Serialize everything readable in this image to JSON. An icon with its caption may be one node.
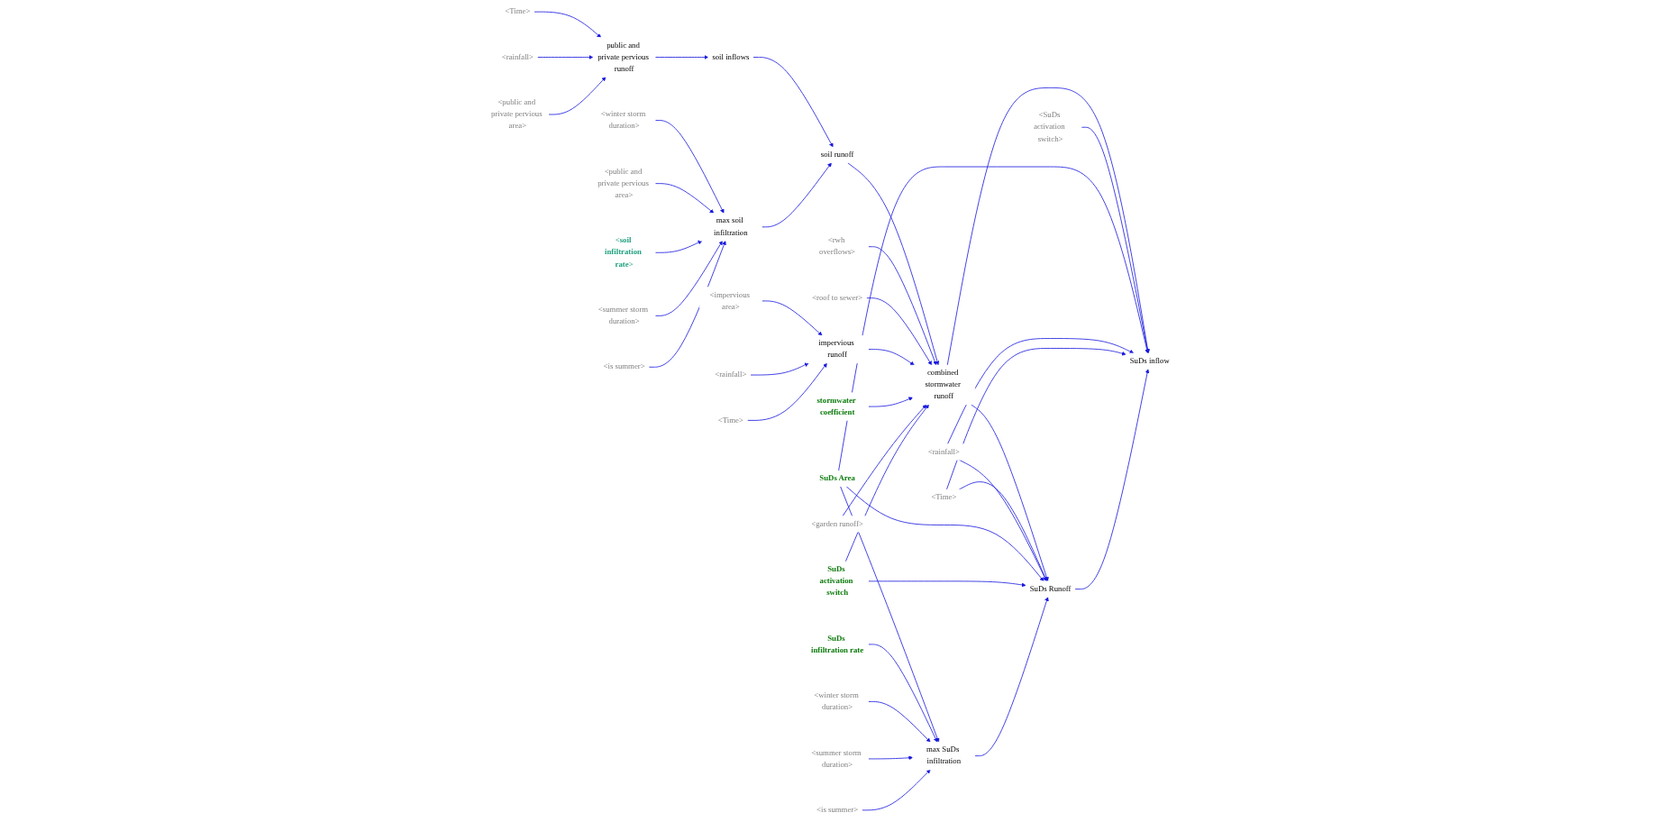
{
  "diagram": {
    "nodes": [
      {
        "text": [
          "<public and private pervious area>"
        ]
      },
      {
        "text": [
          "<Time>"
        ]
      },
      {
        "text": [
          "<rainfall>"
        ]
      },
      {
        "text": [
          "public and private pervious runoff"
        ]
      },
      {
        "text": [
          "soil inflows"
        ]
      },
      {
        "text": [
          "<rwh overflows>"
        ]
      },
      {
        "text": [
          "<SuDs activation switch>"
        ]
      },
      {
        "text": [
          "SuDs Area"
        ]
      },
      {
        "text": [
          "<winter storm duration>"
        ]
      },
      {
        "text": [
          "<public and private pervious area>"
        ]
      },
      {
        "text": [
          "<soil infiltration rate>"
        ]
      },
      {
        "text": [
          "max soil infiltration"
        ]
      },
      {
        "text": [
          "soil runoff"
        ]
      },
      {
        "text": [
          "<roof to sewer>"
        ]
      },
      {
        "text": [
          "<rainfall>"
        ]
      },
      {
        "text": [
          "<Time>"
        ]
      },
      {
        "text": [
          "SuDs inflow"
        ]
      },
      {
        "text": [
          "SuDs infiltration rate"
        ]
      },
      {
        "text": [
          "<summer storm duration>"
        ]
      },
      {
        "text": [
          "<is summer>"
        ]
      },
      {
        "text": [
          "combined stormwater runoff"
        ]
      },
      {
        "text": [
          "<winter storm duration>"
        ]
      },
      {
        "text": [
          "SuDs Runoff"
        ]
      },
      {
        "text": [
          "<impervious area>"
        ]
      },
      {
        "text": [
          "impervious runoff"
        ]
      },
      {
        "text": [
          "max SuDs infiltration"
        ]
      },
      {
        "text": [
          "<summer storm duration>"
        ]
      },
      {
        "text": [
          "<rainfall>"
        ]
      },
      {
        "text": [
          "stormwater coefficient"
        ]
      },
      {
        "text": [
          "<garden runoff>"
        ]
      },
      {
        "text": [
          "SuDs activation switch"
        ]
      },
      {
        "text": [
          "<is summer>"
        ]
      },
      {
        "text": [
          "<Time>"
        ]
      }
    ],
    "edges": [
      {
        "from": 1,
        "to": 3,
        "arrow": "to"
      },
      {
        "from": 2,
        "to": 3,
        "arrow": "to"
      },
      {
        "from": 0,
        "to": 3,
        "arrow": "to"
      },
      {
        "from": 3,
        "to": 4,
        "arrow": "to"
      },
      {
        "from": 4,
        "to": 12,
        "arrow": "to"
      },
      {
        "from": 8,
        "to": 11,
        "arrow": "to"
      },
      {
        "from": 9,
        "to": 11,
        "arrow": "to"
      },
      {
        "from": 10,
        "to": 11,
        "arrow": "to"
      },
      {
        "from": 18,
        "to": 11,
        "arrow": "to"
      },
      {
        "from": 19,
        "to": 11,
        "arrow": "to"
      },
      {
        "from": 11,
        "to": 12,
        "arrow": "to"
      },
      {
        "from": 12,
        "to": 20,
        "arrow": "to"
      },
      {
        "from": 5,
        "to": 20,
        "arrow": "to"
      },
      {
        "from": 13,
        "to": 20,
        "arrow": "to"
      },
      {
        "from": 24,
        "to": 20,
        "arrow": "to"
      },
      {
        "from": 28,
        "to": 20,
        "arrow": "to"
      },
      {
        "from": 29,
        "to": 20,
        "arrow": "to"
      },
      {
        "from": 30,
        "to": 20,
        "arrow": "to"
      },
      {
        "from": 20,
        "to": 16,
        "arrow": "to"
      },
      {
        "from": 20,
        "to": 22,
        "arrow": "to"
      },
      {
        "from": 6,
        "to": 16,
        "arrow": "to"
      },
      {
        "from": 7,
        "to": 16,
        "arrow": "to"
      },
      {
        "from": 14,
        "to": 16,
        "arrow": "to"
      },
      {
        "from": 15,
        "to": 16,
        "arrow": "to"
      },
      {
        "from": 22,
        "to": 16,
        "arrow": "to"
      },
      {
        "from": 15,
        "to": 22,
        "arrow": "to"
      },
      {
        "from": 14,
        "to": 22,
        "arrow": "to"
      },
      {
        "from": 7,
        "to": 22,
        "arrow": "to"
      },
      {
        "from": 30,
        "to": 22,
        "arrow": "to"
      },
      {
        "from": 25,
        "to": 22,
        "arrow": "to"
      },
      {
        "from": 7,
        "to": 25,
        "arrow": "to"
      },
      {
        "from": 17,
        "to": 25,
        "arrow": "to"
      },
      {
        "from": 21,
        "to": 25,
        "arrow": "to"
      },
      {
        "from": 26,
        "to": 25,
        "arrow": "to"
      },
      {
        "from": 31,
        "to": 25,
        "arrow": "to"
      },
      {
        "from": 23,
        "to": 24,
        "arrow": "to"
      },
      {
        "from": 27,
        "to": 24,
        "arrow": "to"
      },
      {
        "from": 32,
        "to": 24,
        "arrow": "to"
      }
    ]
  }
}
